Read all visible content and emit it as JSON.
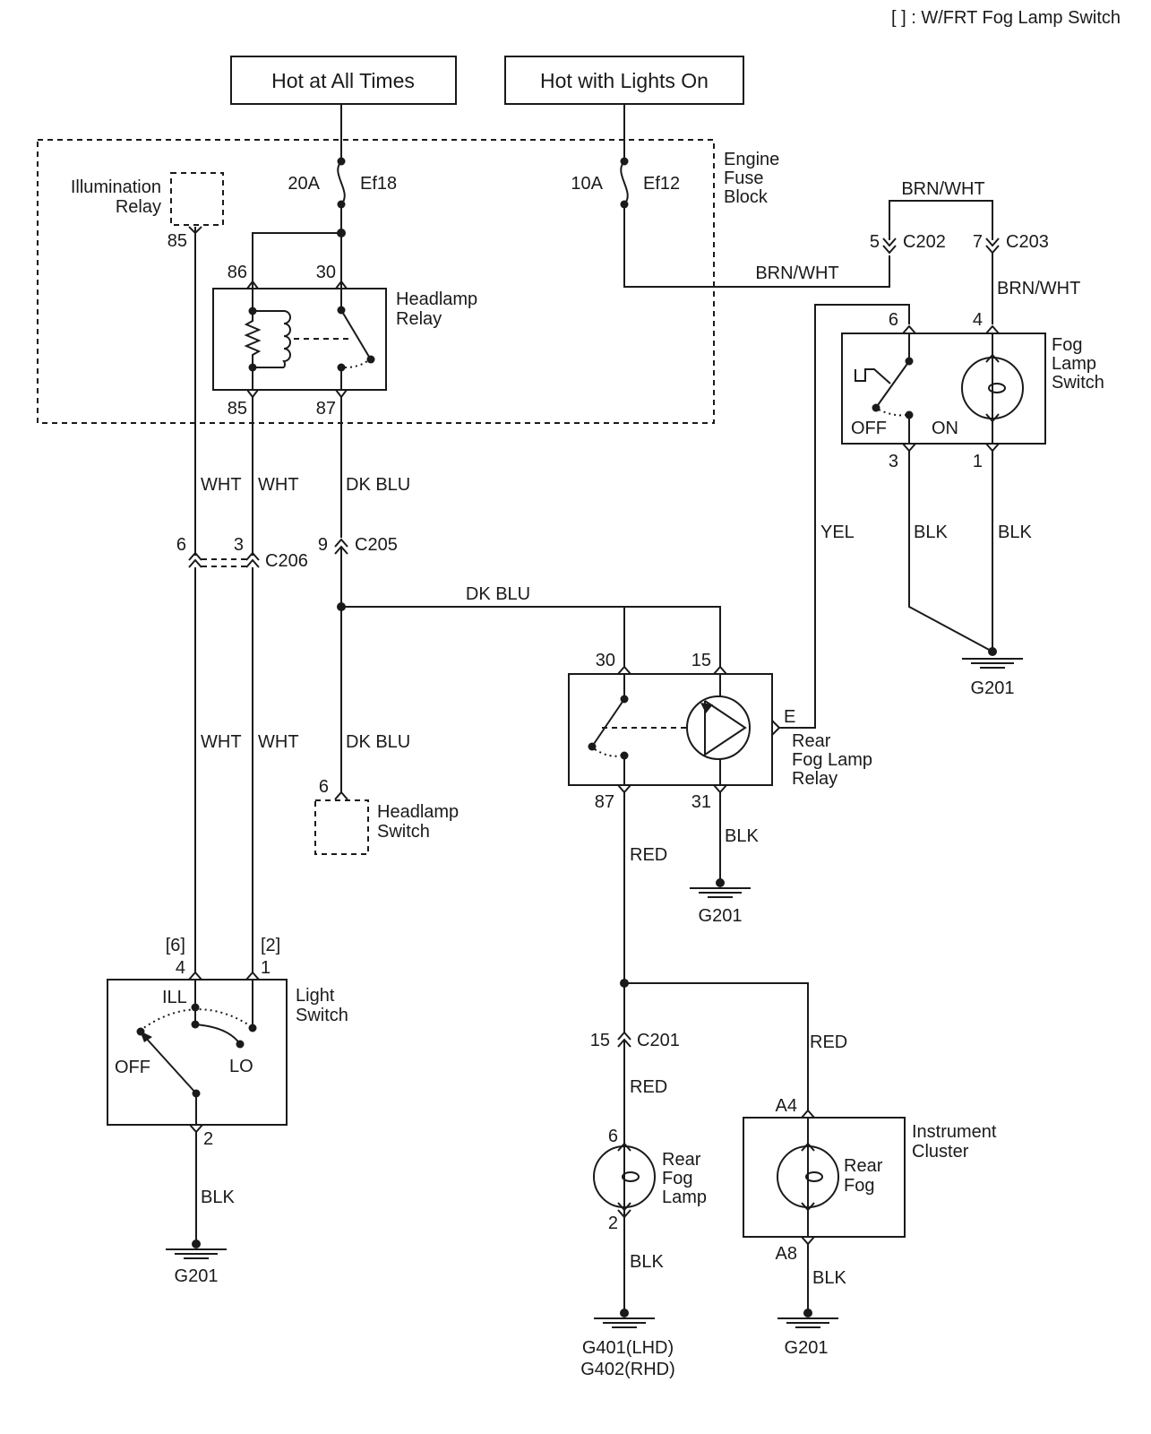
{
  "note": "[ ] : W/FRT Fog Lamp Switch",
  "power": {
    "hot_all_times": "Hot at All Times",
    "hot_lights_on": "Hot with Lights On"
  },
  "fuse_block": {
    "label": [
      "Engine",
      "Fuse",
      "Block"
    ],
    "fuse1_amp": "20A",
    "fuse1_name": "Ef18",
    "fuse2_amp": "10A",
    "fuse2_name": "Ef12",
    "illum_relay": [
      "Illumination",
      "Relay"
    ],
    "illum_pin": "85"
  },
  "headlamp_relay": {
    "label": [
      "Headlamp",
      "Relay"
    ],
    "pin86": "86",
    "pin30": "30",
    "pin85": "85",
    "pin87": "87"
  },
  "fog_switch": {
    "label": [
      "Fog",
      "Lamp",
      "Switch"
    ],
    "pin6": "6",
    "pin4": "4",
    "pin3": "3",
    "pin1": "1",
    "off": "OFF",
    "on": "ON"
  },
  "connectors": {
    "c202": "C202",
    "c202_pin": "5",
    "c203": "C203",
    "c203_pin": "7",
    "c205": "C205",
    "c205_pin": "9",
    "c206": "C206",
    "c206_pin_a": "6",
    "c206_pin_b": "3",
    "c201": "C201",
    "c201_pin": "15"
  },
  "rear_relay": {
    "label": [
      "Rear",
      "Fog Lamp",
      "Relay"
    ],
    "pin30": "30",
    "pin15": "15",
    "pinE": "E",
    "pin87": "87",
    "pin31": "31"
  },
  "headlamp_switch": {
    "label": [
      "Headlamp",
      "Switch"
    ],
    "pin": "6"
  },
  "light_switch": {
    "label": [
      "Light",
      "Switch"
    ],
    "pin4": "4",
    "pin1": "1",
    "pin4_alt": "[6]",
    "pin1_alt": "[2]",
    "pin2": "2",
    "ill": "ILL",
    "off": "OFF",
    "lo": "LO"
  },
  "rear_lamp": {
    "label": [
      "Rear",
      "Fog",
      "Lamp"
    ],
    "pin6": "6",
    "pin2": "2"
  },
  "cluster": {
    "label": [
      "Instrument",
      "Cluster"
    ],
    "lamp": [
      "Rear",
      "Fog"
    ],
    "pinA4": "A4",
    "pinA8": "A8"
  },
  "wires": {
    "brn_wht_top": "BRN/WHT",
    "brn_wht_mid": "BRN/WHT",
    "brn_wht_right": "BRN/WHT",
    "wht_1": "WHT",
    "wht_2": "WHT",
    "wht_3": "WHT",
    "wht_4": "WHT",
    "dk_blu_1": "DK BLU",
    "dk_blu_2": "DK BLU",
    "dk_blu_3": "DK BLU",
    "yel": "YEL",
    "blk_fog3": "BLK",
    "blk_fog1": "BLK",
    "blk_relay": "BLK",
    "blk_light": "BLK",
    "blk_rear": "BLK",
    "blk_cluster": "BLK",
    "red_1": "RED",
    "red_2": "RED",
    "red_3": "RED"
  },
  "grounds": {
    "g201_a": "G201",
    "g201_b": "G201",
    "g201_c": "G201",
    "g201_d": "G201",
    "g401": "G401(LHD)",
    "g402": "G402(RHD)"
  }
}
